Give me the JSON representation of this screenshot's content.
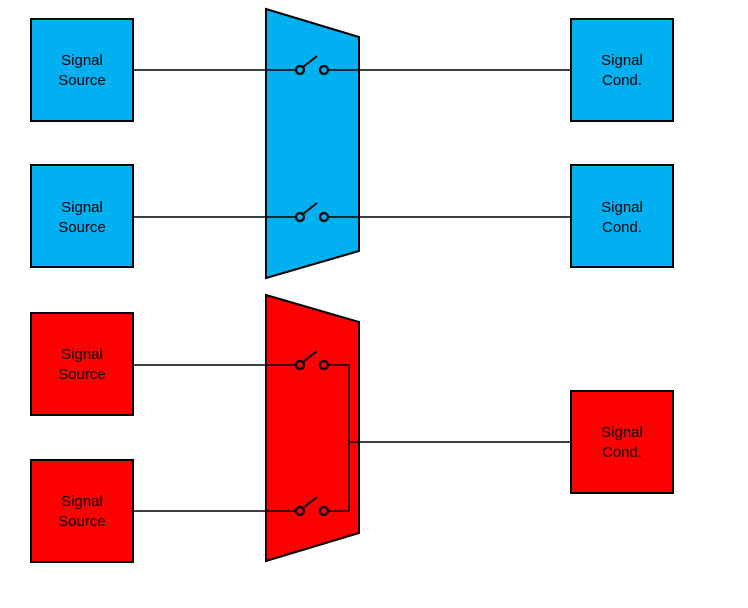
{
  "diagram": {
    "description_labels": {
      "source_word1": "Signal",
      "source_word2": "Source",
      "cond_word1": "Signal",
      "cond_word2": "Cond."
    },
    "blue_system": {
      "color": "#00B0F0",
      "sources": [
        {
          "line1": "Signal",
          "line2": "Source"
        },
        {
          "line1": "Signal",
          "line2": "Source"
        }
      ],
      "conditioners": [
        {
          "line1": "Signal",
          "line2": "Cond."
        },
        {
          "line1": "Signal",
          "line2": "Cond."
        }
      ]
    },
    "red_system": {
      "color": "#FF0000",
      "sources": [
        {
          "line1": "Signal",
          "line2": "Source"
        },
        {
          "line1": "Signal",
          "line2": "Source"
        }
      ],
      "conditioners": [
        {
          "line1": "Signal",
          "line2": "Cond."
        }
      ]
    },
    "icons": {
      "open_switch": "two contact circles with raised lever"
    },
    "line_color": "#000000",
    "background_color": "#FFFFFF"
  }
}
